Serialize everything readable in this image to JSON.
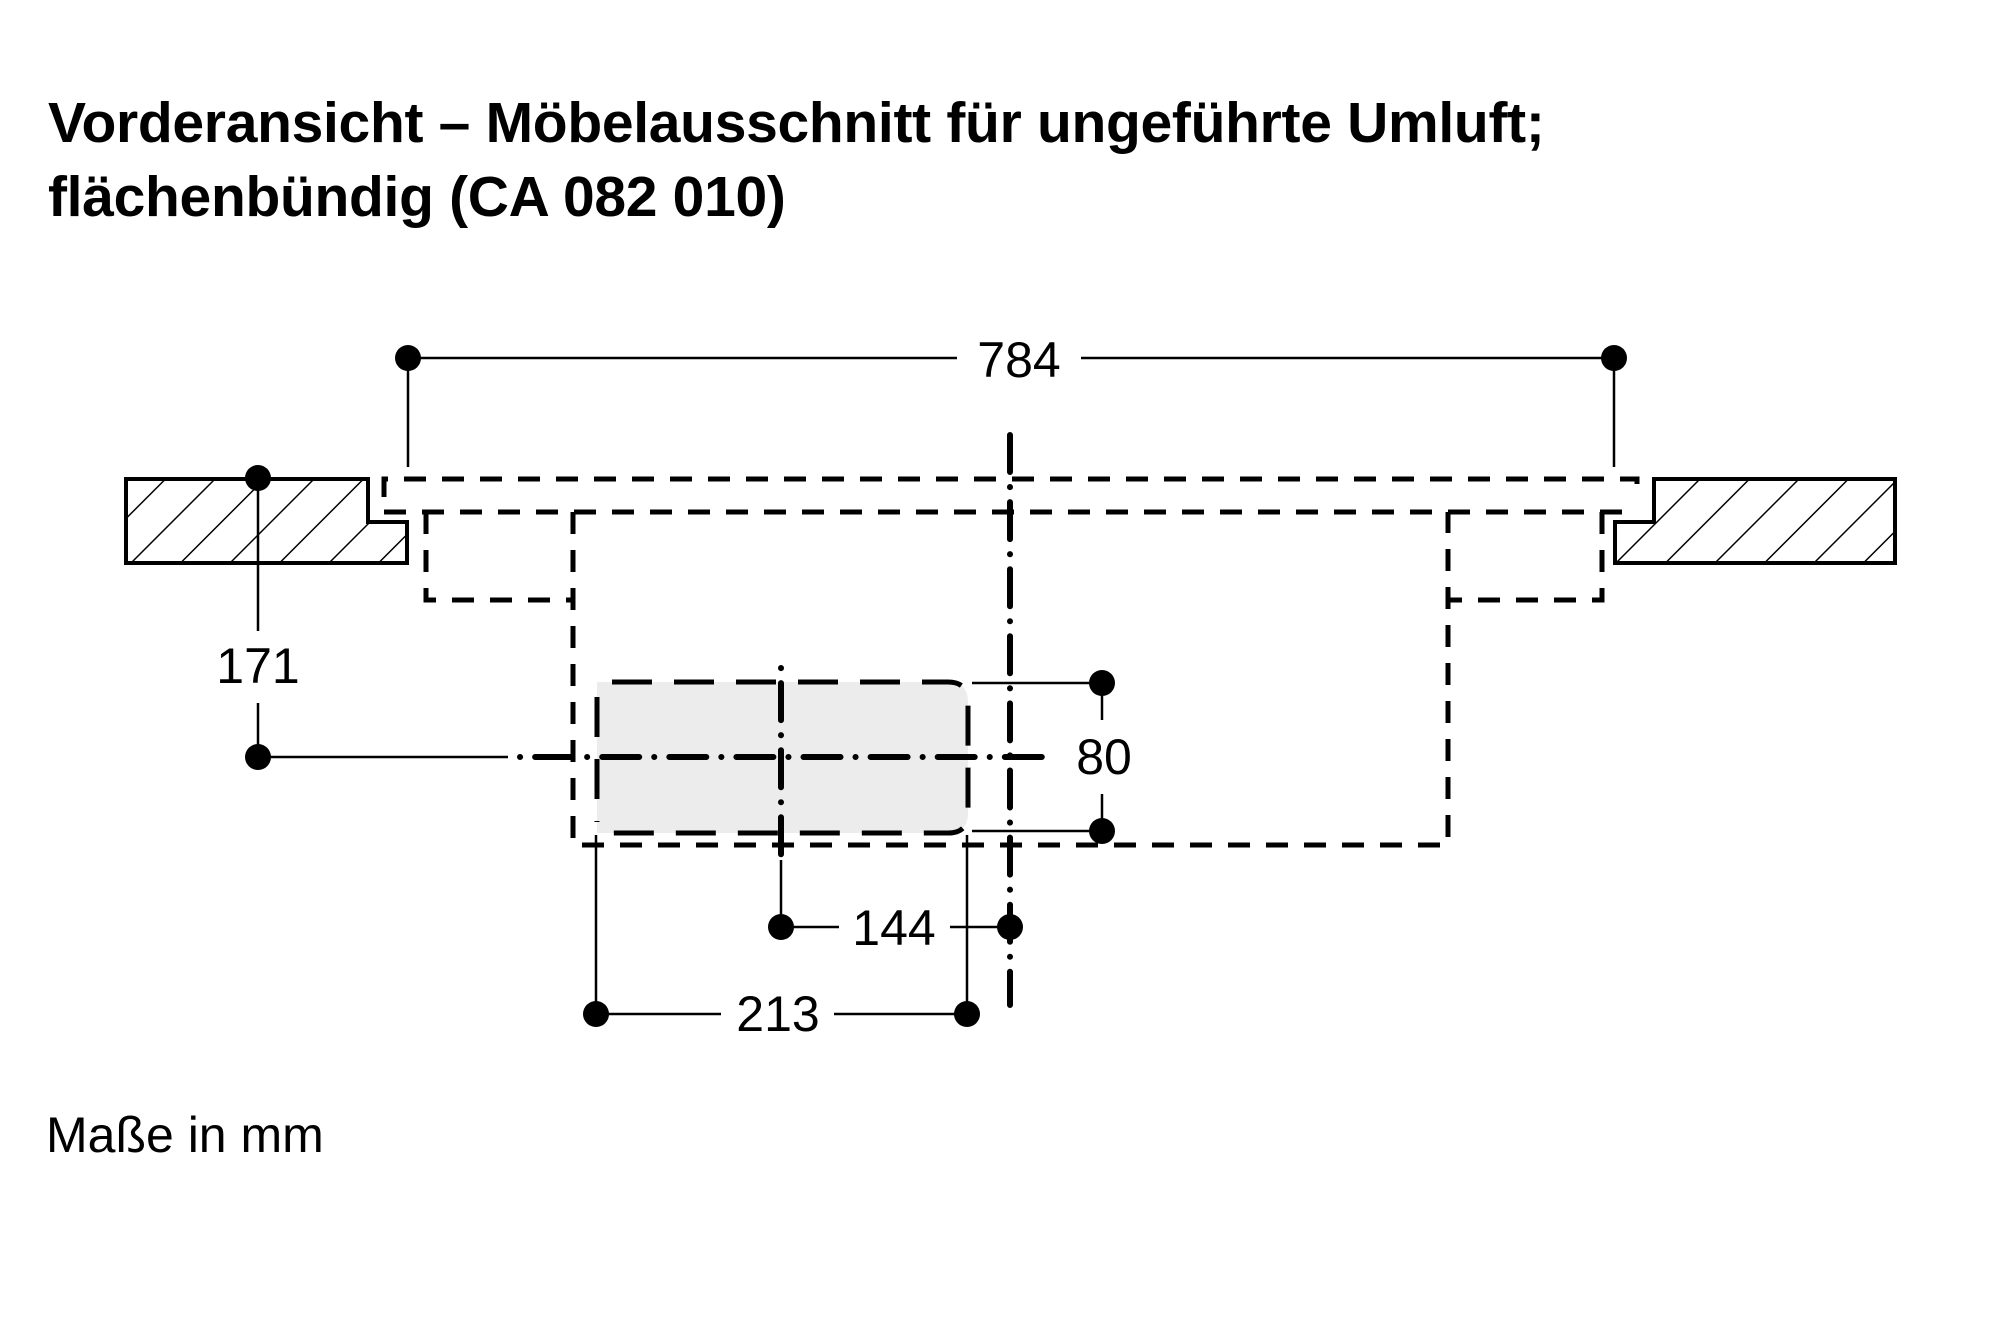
{
  "title": {
    "line1": "Vorderansicht – Möbelausschnitt für ungeführte Umluft;",
    "line2": "flächenbündig (CA 082 010)"
  },
  "dimensions": {
    "overall_width": "784",
    "height_to_center": "171",
    "module_height": "80",
    "offset_from_axis": "144",
    "module_width": "213"
  },
  "footnote": "Maße in mm",
  "colors": {
    "line": "#000000",
    "module_fill": "#ececec",
    "background": "#ffffff"
  }
}
